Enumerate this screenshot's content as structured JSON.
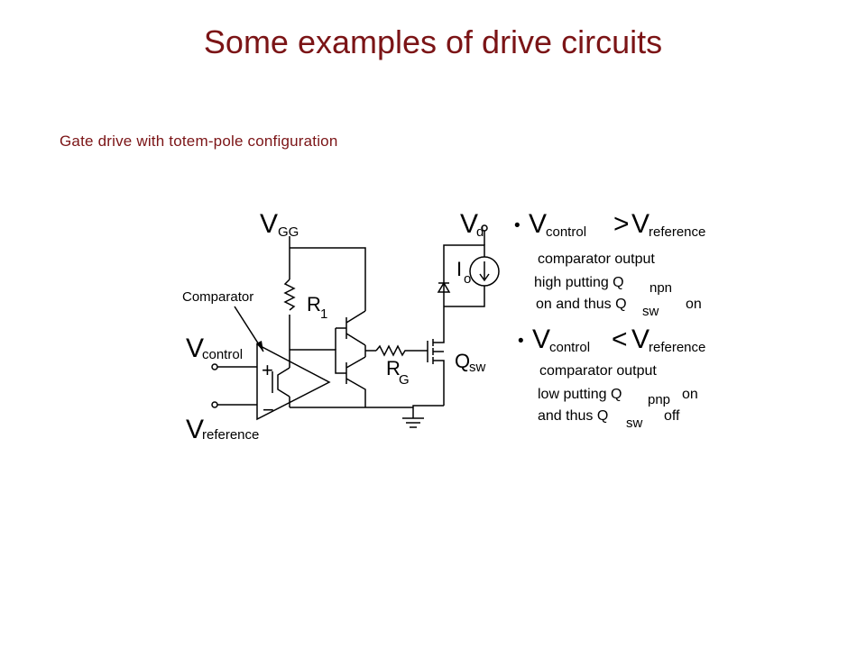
{
  "slide": {
    "title": "Some examples of drive circuits",
    "subtitle": "Gate drive with totem-pole configuration"
  },
  "circuit": {
    "labels": {
      "supply": "V",
      "supply_sub": "GG",
      "load_supply": "V",
      "load_supply_sub": "d",
      "load_current": "I",
      "load_current_sub": "o",
      "resistor1": "R",
      "resistor1_sub": "1",
      "gate_resistor": "R",
      "gate_resistor_sub": "G",
      "switch": "Q",
      "switch_sub": "sw",
      "comparator": "Comparator",
      "control": "V",
      "control_sub": "control",
      "reference": "V",
      "reference_sub": "reference",
      "plus_sign": "+",
      "minus_sign": "−"
    },
    "conditions": [
      {
        "bullet": "•",
        "lhs": "V",
        "lhs_sub": "control",
        "relation": ">",
        "rhs": "V",
        "rhs_sub": "reference",
        "line1": "comparator output",
        "line2_prefix": "high putting Q",
        "line2_sub": "npn",
        "line3_prefix": "on and thus Q",
        "line3_sub": "sw",
        "line3_suffix": "on"
      },
      {
        "bullet": "•",
        "lhs": "V",
        "lhs_sub": "control",
        "relation": "<",
        "rhs": "V",
        "rhs_sub": "reference",
        "line1": "comparator output",
        "line2_prefix": "low putting Q",
        "line2_sub": "pnp",
        "line2_suffix": "on",
        "line3_prefix": "and thus Q",
        "line3_sub": "sw",
        "line3_suffix": "off"
      }
    ]
  }
}
